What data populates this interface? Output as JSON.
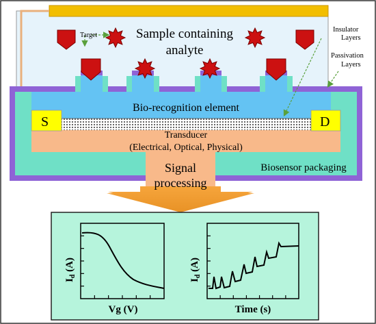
{
  "labels": {
    "sample": [
      "Sample containing",
      "analyte"
    ],
    "target": "Target",
    "insulator": [
      "Insulator",
      "Layers"
    ],
    "passivation": [
      "Passivation",
      "Layers"
    ],
    "bio_element": "Bio-recognition element",
    "source": "S",
    "drain": "D",
    "transducer": "Transducer",
    "transducer_types": "(Electrical, Optical, Physical)",
    "signal": [
      "Signal",
      "processing"
    ],
    "packaging": "Biosensor packaging"
  },
  "plots": {
    "left": {
      "ylabel_main": "I",
      "ylabel_sub": "d",
      "ylabel_unit": " (A)",
      "xlabel": "Vg (V)"
    },
    "right": {
      "ylabel_main": "I",
      "ylabel_sub": "d",
      "ylabel_unit": " (A)",
      "xlabel": "Time (s)"
    }
  },
  "colors": {
    "sample_bg": "#e6f3fb",
    "bio_layer": "#64c3f3",
    "passivation": "#8f63d6",
    "packaging": "#6fe0c6",
    "transducer": "#f8b98a",
    "electrode": "#ffff00",
    "gold_bar": "#f2be00",
    "target": "#cc1111",
    "arrow": "#f1a233",
    "plot_bg": "#b6f4dc",
    "annotation": "#5aa03c"
  },
  "icons": {
    "target_shield": "shield-shape",
    "target_star": "star-shape"
  }
}
